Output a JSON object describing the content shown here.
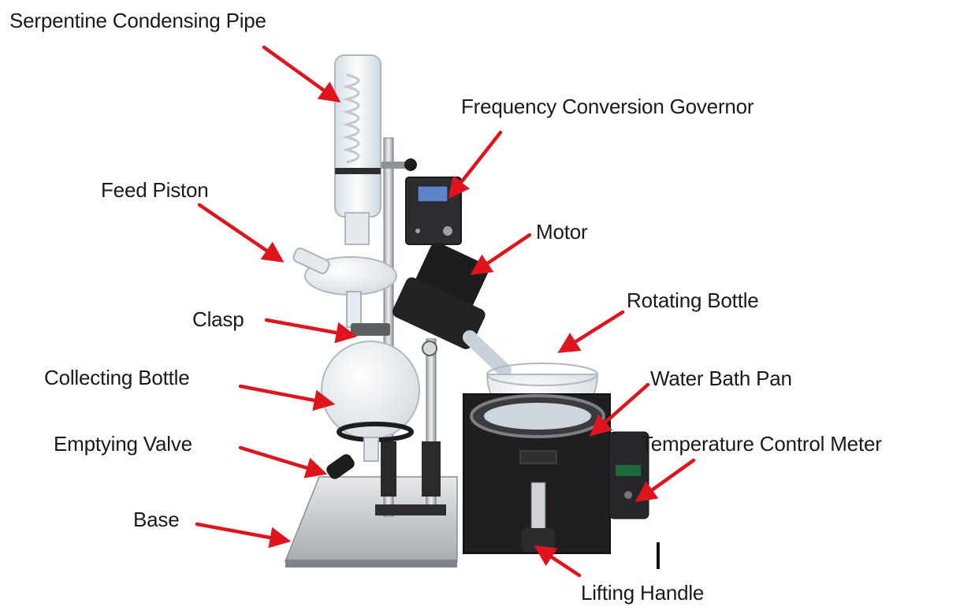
{
  "labels": {
    "serpentine": "Serpentine Condensing Pipe",
    "frequency": "Frequency Conversion Governor",
    "feed_piston": "Feed Piston",
    "motor": "Motor",
    "rotating_bottle": "Rotating Bottle",
    "clasp": "Clasp",
    "collecting_bottle": "Collecting Bottle",
    "water_bath": "Water Bath Pan",
    "emptying_valve": "Emptying Valve",
    "temperature_meter": "Temperature Control Meter",
    "base": "Base",
    "lifting_handle": "Lifting Handle"
  },
  "colors": {
    "arrow": "#e0141c",
    "text": "#1a1a1a",
    "device_black": "#1d1d1f",
    "steel": "#c9ccd0",
    "glass": "#e8eef2"
  }
}
